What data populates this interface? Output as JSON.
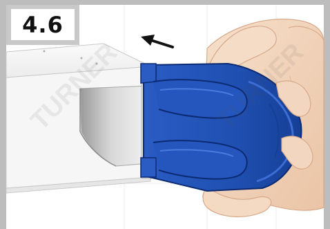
{
  "step": {
    "number": "4.6"
  },
  "illustration": {
    "subject": "hand inserting blue plastic end cap into metal rectangular tube",
    "watermark_text": "TURNER",
    "colors": {
      "cap_blue": "#1f4fb0",
      "cap_dark": "#0e2f80",
      "cap_light": "#3d6fd0",
      "skin": "#f3d6bf",
      "skin_shadow": "#e2b89a",
      "metal": "#f4f4f4",
      "metal_shadow": "#d9d9d9",
      "border_gray": "#bdbdbd"
    }
  },
  "arrow": {
    "direction": "left",
    "icon": "arrow-left-icon"
  }
}
